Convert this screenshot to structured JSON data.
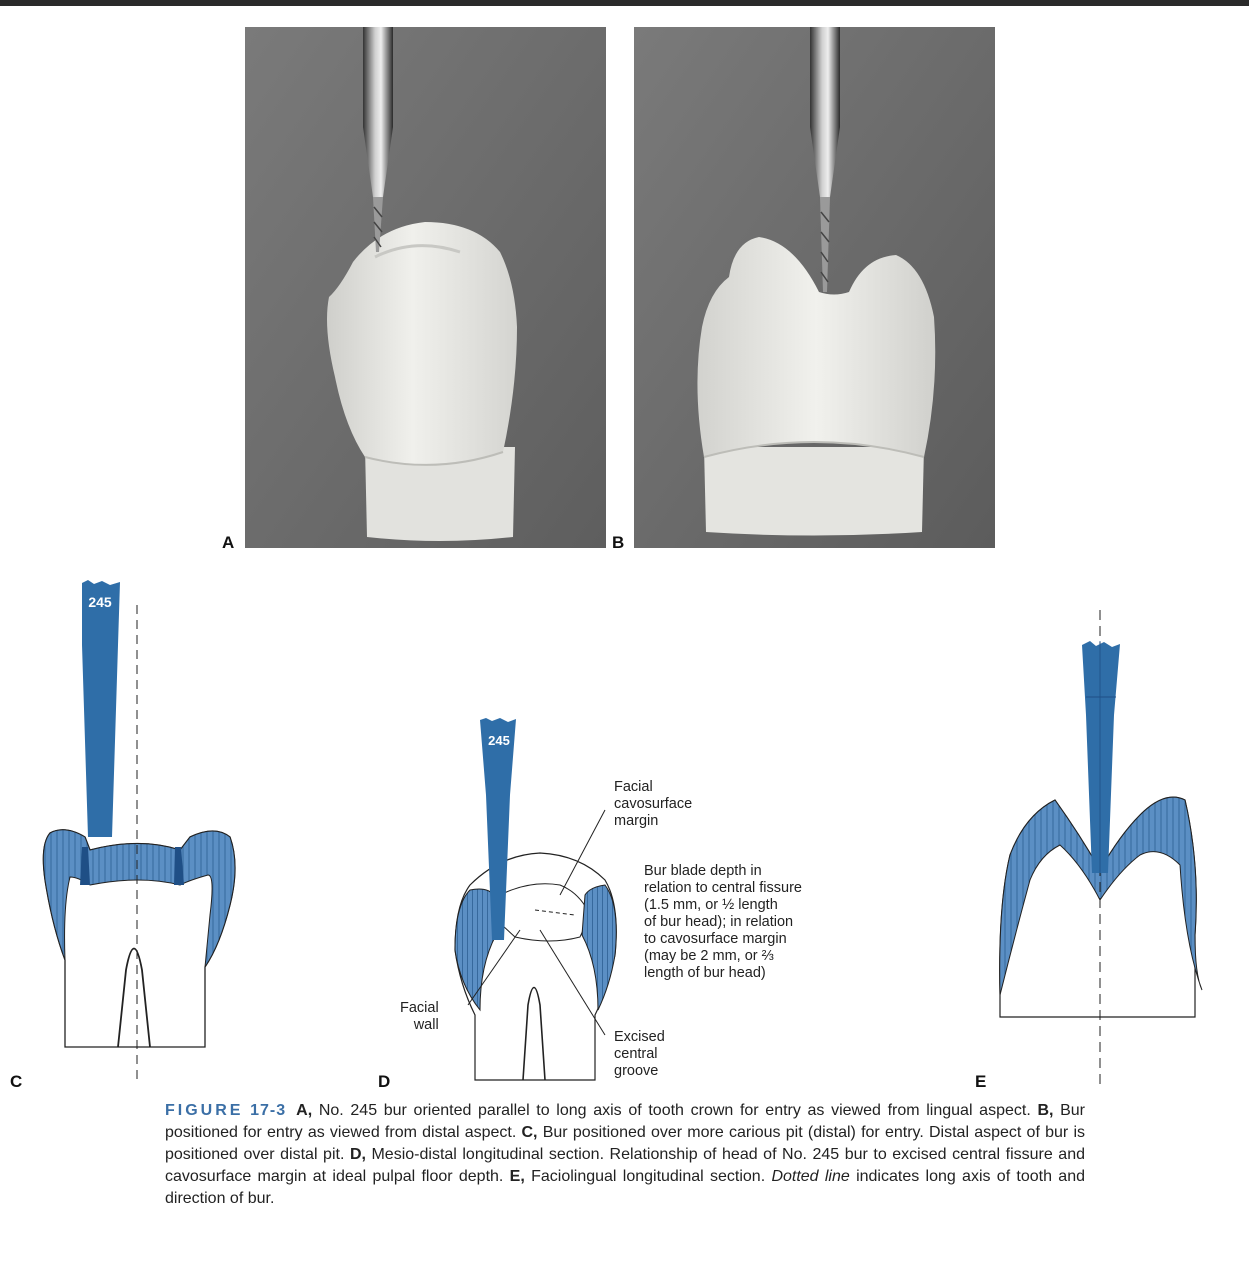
{
  "panels": {
    "a": "A",
    "b": "B",
    "c": "C",
    "d": "D",
    "e": "E"
  },
  "bur_number": "245",
  "panel_d_labels": {
    "facial_cavosurface_margin": "Facial\ncavosurface\nmargin",
    "bur_blade_depth": "Bur blade depth in\nrelation to central fissure\n(1.5 mm, or ½ length\nof bur head); in relation\nto cavosurface margin\n(may be 2 mm, or ⅔\nlength of bur head)",
    "facial_wall": "Facial\nwall",
    "excised_central_groove": "Excised\ncentral\ngroove"
  },
  "caption": {
    "figure_label": "FIGURE",
    "figure_number": "17-3",
    "a_label": "A,",
    "a_text": " No. 245 bur oriented parallel to long axis of tooth crown for entry as viewed from lingual aspect. ",
    "b_label": "B,",
    "b_text": " Bur positioned for entry as viewed from distal aspect. ",
    "c_label": "C,",
    "c_text": " Bur positioned over more carious pit (distal) for entry. Distal aspect of bur is positioned over distal pit. ",
    "d_label": "D,",
    "d_text": " Mesio-distal longitudinal section. Relationship of head of No. 245 bur to excised central fissure and cavosurface margin at ideal pulpal floor depth. ",
    "e_label": "E,",
    "e_text": " Faciolingual longitudinal section. ",
    "dotted_line": "Dotted line",
    "final_text": " indicates long axis of tooth and direction of bur."
  },
  "colors": {
    "bur_blue": "#2f6ea8",
    "enamel_blue": "#5b8fc4",
    "photo_bg": "#6f6f6f",
    "figure_label_blue": "#3b6fa6"
  }
}
